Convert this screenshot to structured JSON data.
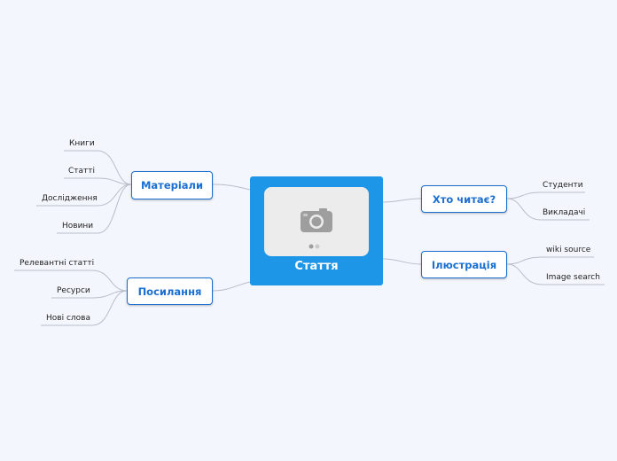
{
  "central": {
    "title": "Стаття",
    "icon": "camera-icon"
  },
  "branches": {
    "materials": {
      "label": "Матеріали",
      "leaves": [
        "Книги",
        "Статті",
        "Дослідження",
        "Новини"
      ]
    },
    "links": {
      "label": "Посилання",
      "leaves": [
        "Релевантні статті",
        "Ресурси",
        "Нові слова"
      ]
    },
    "readers": {
      "label": "Хто читає?",
      "leaves": [
        "Студенти",
        "Викладачі"
      ]
    },
    "illustration": {
      "label": "Ілюстрація",
      "leaves": [
        "wiki source",
        "Image search"
      ]
    }
  },
  "colors": {
    "background": "#f3f6fd",
    "central": "#1e96e8",
    "branch_border": "#1b6fd1",
    "branch_text": "#1b6fd1",
    "connector": "#b9bdc6"
  }
}
